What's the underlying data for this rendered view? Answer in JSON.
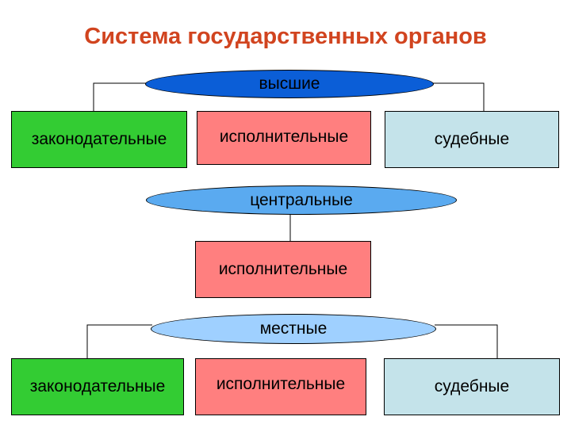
{
  "title": "Система государственных органов",
  "colors": {
    "title": "#d1441f",
    "green": "#33cc33",
    "red": "#ff7f7f",
    "lightblue": "#c4e3ea",
    "ellipse_dark": "#0b5ed7",
    "ellipse_mid": "#5aaaf0",
    "ellipse_light": "#9fd0ff"
  },
  "levels": {
    "top": {
      "label": "высшие",
      "boxes": [
        "законодательные",
        "исполнительные",
        "судебные"
      ]
    },
    "middle": {
      "label": "центральные",
      "boxes": [
        "исполнительные"
      ]
    },
    "bottom": {
      "label": "местные",
      "boxes": [
        "законодательные",
        "исполнительные",
        "судебные"
      ]
    }
  }
}
